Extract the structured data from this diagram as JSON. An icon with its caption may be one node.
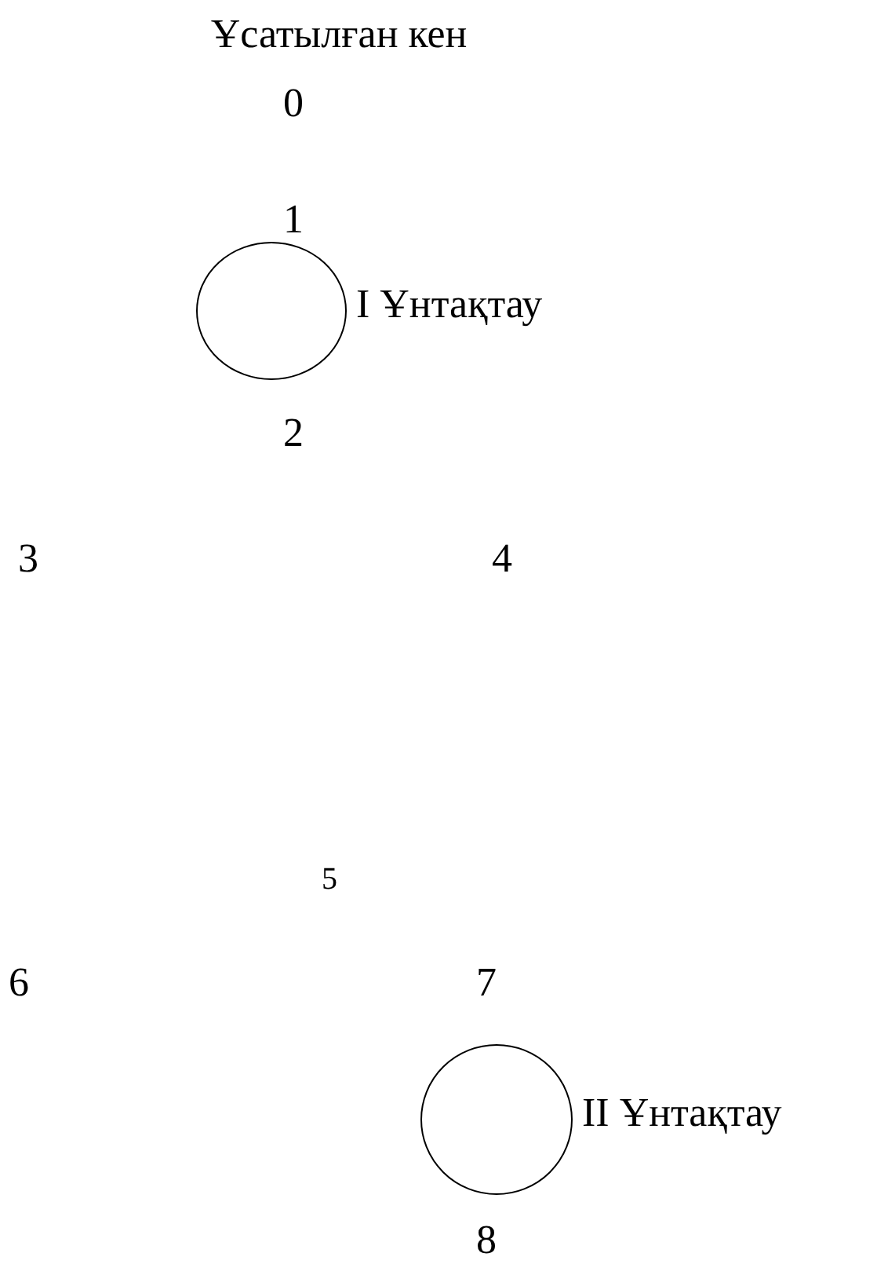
{
  "diagram": {
    "nodes": [
      {
        "text": [],
        "shape": "circle",
        "beside": [
          "I Ұнтақтау"
        ]
      },
      {
        "text": [],
        "shape": "circle",
        "beside": [
          "II Ұнтақтау"
        ]
      }
    ],
    "labels": [
      "Ұсатылған кен",
      "0",
      "1",
      "2",
      "3",
      "4",
      "5",
      "6",
      "7",
      "8"
    ]
  }
}
